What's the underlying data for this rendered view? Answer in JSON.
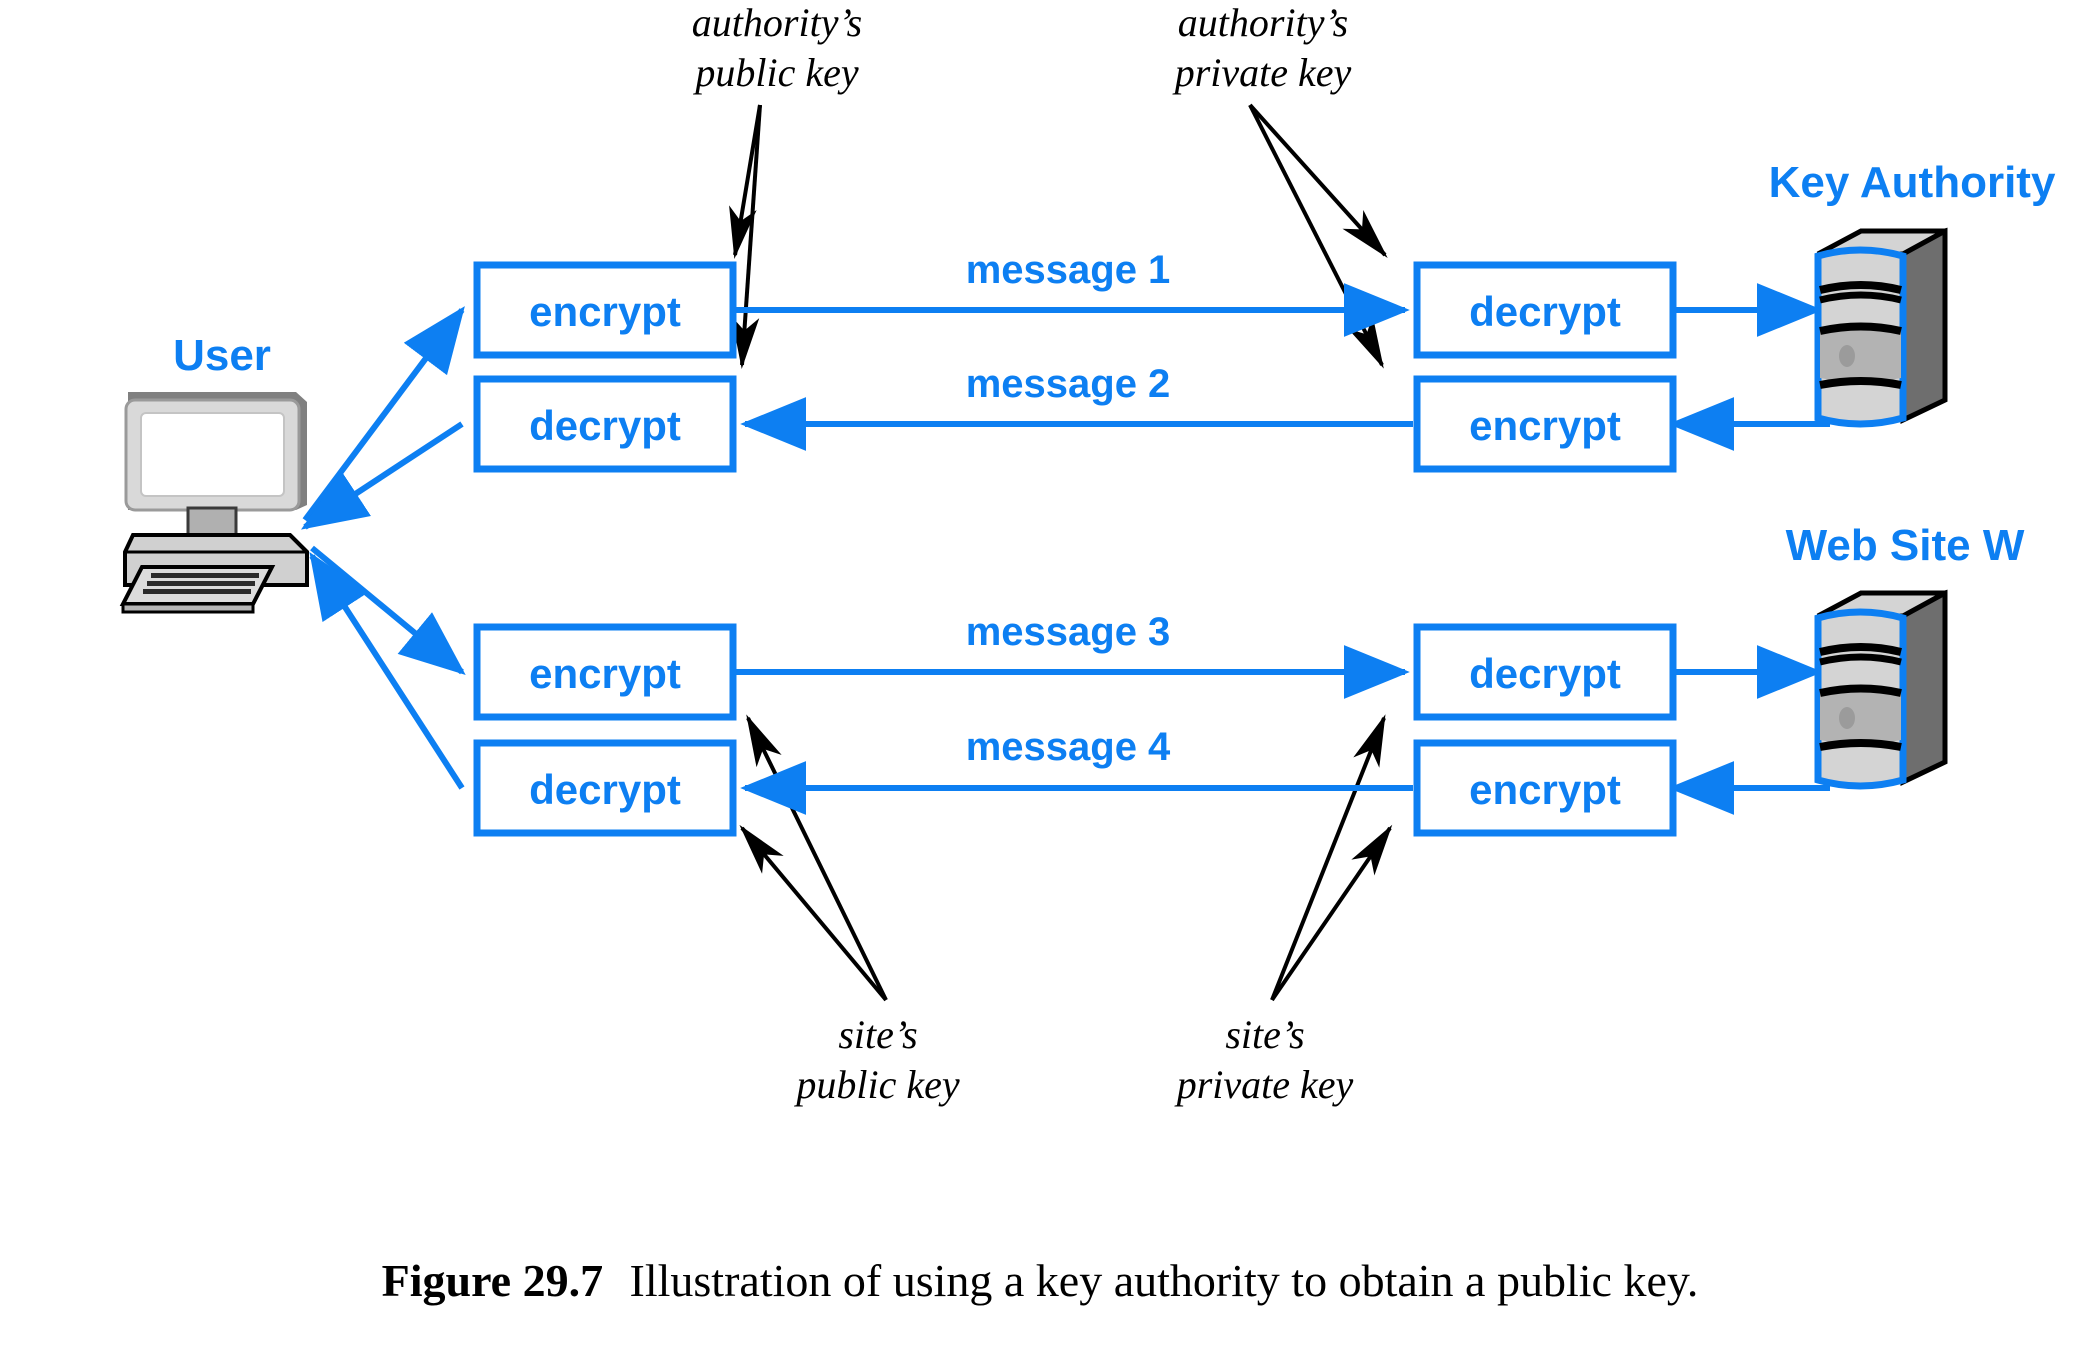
{
  "figure": {
    "caption_bold": "Figure 29.7",
    "caption_rest": "Illustration of using a key authority to obtain a public key.",
    "accent_blue": "#0d7ff2",
    "text_black": "#000000",
    "background": "#ffffff"
  },
  "actors": {
    "user": {
      "label": "User",
      "icon": "desktop-computer-icon"
    },
    "key_authority": {
      "label": "Key Authority",
      "icon": "server-tower-icon"
    },
    "web_site": {
      "label": "Web Site W",
      "icon": "server-tower-icon"
    }
  },
  "key_annotations": [
    {
      "id": "authority-public-key",
      "line1": "authority’s",
      "line2": "public key"
    },
    {
      "id": "authority-private-key",
      "line1": "authority’s",
      "line2": "private key"
    },
    {
      "id": "site-public-key",
      "line1": "site’s",
      "line2": "public key"
    },
    {
      "id": "site-private-key",
      "line1": "site’s",
      "line2": "private key"
    }
  ],
  "messages": [
    {
      "id": "message-1",
      "label": "message 1"
    },
    {
      "id": "message-2",
      "label": "message 2"
    },
    {
      "id": "message-3",
      "label": "message 3"
    },
    {
      "id": "message-4",
      "label": "message 4"
    }
  ],
  "process_boxes": [
    {
      "id": "user-encrypt-authority",
      "label": "encrypt",
      "side": "user",
      "row": 1
    },
    {
      "id": "user-decrypt-authority",
      "label": "decrypt",
      "side": "user",
      "row": 2
    },
    {
      "id": "authority-decrypt",
      "label": "decrypt",
      "side": "authority",
      "row": 1
    },
    {
      "id": "authority-encrypt",
      "label": "encrypt",
      "side": "authority",
      "row": 2
    },
    {
      "id": "user-encrypt-site",
      "label": "encrypt",
      "side": "user",
      "row": 3
    },
    {
      "id": "user-decrypt-site",
      "label": "decrypt",
      "side": "user",
      "row": 4
    },
    {
      "id": "site-decrypt",
      "label": "decrypt",
      "side": "site",
      "row": 3
    },
    {
      "id": "site-encrypt",
      "label": "encrypt",
      "side": "site",
      "row": 4
    }
  ]
}
